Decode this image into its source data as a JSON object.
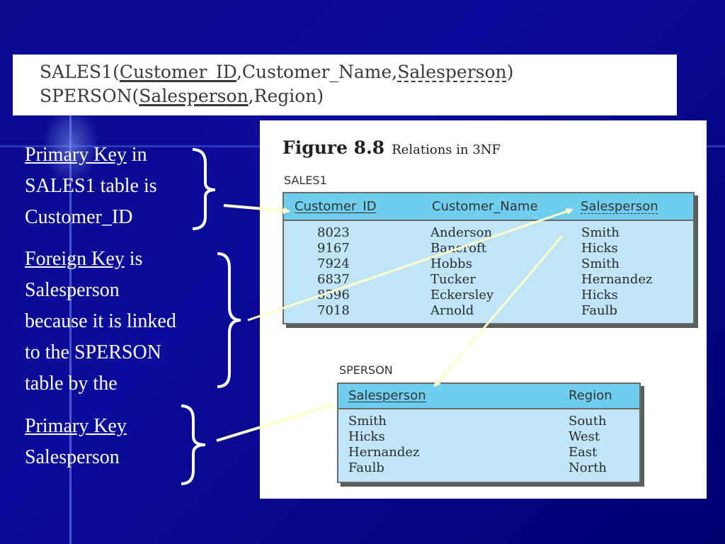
{
  "schema": {
    "line1": {
      "prefix": "SALES1(",
      "pk": "Customer_ID",
      "mid": ",Customer_Name,",
      "fk": "Salesperson",
      "suffix": ")"
    },
    "line2": {
      "prefix": "SPERSON(",
      "pk": "Salesperson",
      "suffix": ",Region)"
    }
  },
  "left_text": {
    "block1": {
      "term": "Primary Key",
      "rest1": " in",
      "line2": "SALES1 table is",
      "line3": "Customer_ID"
    },
    "block2": {
      "term": "Foreign Key",
      "rest1": " is",
      "line2": "Salesperson",
      "line3": "because it is linked",
      "line4": "to the SPERSON",
      "line5": "table by the"
    },
    "block3": {
      "term": "Primary Key",
      "line2": "Salesperson"
    }
  },
  "figure": {
    "title_bold": "Figure 8.8",
    "title_rest": "Relations in 3NF",
    "sales1": {
      "label": "SALES1",
      "headers": [
        "Customer_ID",
        "Customer_Name",
        "Salesperson"
      ],
      "rows": [
        [
          "8023",
          "Anderson",
          "Smith"
        ],
        [
          "9167",
          "Bancroft",
          "Hicks"
        ],
        [
          "7924",
          "Hobbs",
          "Smith"
        ],
        [
          "6837",
          "Tucker",
          "Hernandez"
        ],
        [
          "8596",
          "Eckersley",
          "Hicks"
        ],
        [
          "7018",
          "Arnold",
          "Faulb"
        ]
      ]
    },
    "sperson": {
      "label": "SPERSON",
      "headers": [
        "Salesperson",
        "Region"
      ],
      "rows": [
        [
          "Smith",
          "South"
        ],
        [
          "Hicks",
          "West"
        ],
        [
          "Hernandez",
          "East"
        ],
        [
          "Faulb",
          "North"
        ]
      ]
    }
  },
  "colors": {
    "background": "#0a0a8e",
    "text": "#ffffff",
    "arrow": "#ffffcc",
    "table_header": "#6fcdee",
    "table_body": "#bfe5f6"
  }
}
